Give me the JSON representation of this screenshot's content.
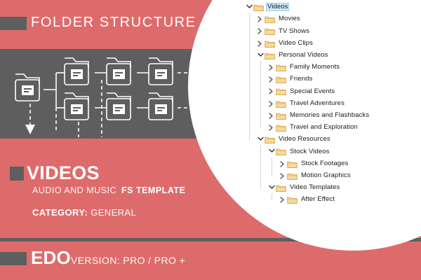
{
  "colors": {
    "red": "#DE6B6B",
    "gray": "#5E5E5E",
    "white": "#FFFFFF",
    "folder_fill": "#F5D9A0",
    "folder_stroke": "#D9A441",
    "selection": "#CCE8F7"
  },
  "header": {
    "title": "FOLDER STRUCTURE",
    "accent_icon": "accent-block-icon"
  },
  "diagram": {
    "name": "folder-structure-diagram",
    "node_count": 7,
    "arrow_icon": "down-arrow-icon"
  },
  "info": {
    "accent_icon": "accent-square-icon",
    "title": "VIDEOS",
    "subtitle_light": "AUDIO AND MUSIC",
    "subtitle_bold": "FS TEMPLATE",
    "category_label": "CATEGORY:",
    "category_value": "GENERAL"
  },
  "footer": {
    "accent_icon": "accent-block-icon",
    "brand": "EDO",
    "version": "VERSION: PRO / PRO +"
  },
  "tree": {
    "name": "folder-tree",
    "items": [
      {
        "label": "Videos",
        "depth": 0,
        "state": "expanded",
        "selected": true,
        "icon": "folder-icon"
      },
      {
        "label": "Movies",
        "depth": 1,
        "state": "collapsed",
        "selected": false,
        "icon": "folder-icon"
      },
      {
        "label": "TV Shows",
        "depth": 1,
        "state": "collapsed",
        "selected": false,
        "icon": "folder-icon"
      },
      {
        "label": "Video Clips",
        "depth": 1,
        "state": "collapsed",
        "selected": false,
        "icon": "folder-icon"
      },
      {
        "label": "Personal Videos",
        "depth": 1,
        "state": "expanded",
        "selected": false,
        "icon": "folder-icon"
      },
      {
        "label": "Family Moments",
        "depth": 2,
        "state": "collapsed",
        "selected": false,
        "icon": "folder-icon"
      },
      {
        "label": "Friends",
        "depth": 2,
        "state": "collapsed",
        "selected": false,
        "icon": "folder-icon"
      },
      {
        "label": "Special Events",
        "depth": 2,
        "state": "collapsed",
        "selected": false,
        "icon": "folder-icon"
      },
      {
        "label": "Travel Adventures",
        "depth": 2,
        "state": "collapsed",
        "selected": false,
        "icon": "folder-icon"
      },
      {
        "label": "Memories and Flashbacks",
        "depth": 2,
        "state": "collapsed",
        "selected": false,
        "icon": "folder-icon"
      },
      {
        "label": "Travel and Exploration",
        "depth": 2,
        "state": "collapsed",
        "selected": false,
        "icon": "folder-icon"
      },
      {
        "label": "Video Resources",
        "depth": 1,
        "state": "expanded",
        "selected": false,
        "icon": "folder-icon"
      },
      {
        "label": "Stock Videos",
        "depth": 2,
        "state": "expanded",
        "selected": false,
        "icon": "folder-icon"
      },
      {
        "label": "Stock Footages",
        "depth": 3,
        "state": "collapsed",
        "selected": false,
        "icon": "folder-icon"
      },
      {
        "label": "Motion Graphics",
        "depth": 3,
        "state": "collapsed",
        "selected": false,
        "icon": "folder-icon"
      },
      {
        "label": "Video Templates",
        "depth": 2,
        "state": "expanded",
        "selected": false,
        "icon": "folder-icon"
      },
      {
        "label": "After Effect",
        "depth": 3,
        "state": "collapsed",
        "selected": false,
        "icon": "folder-icon"
      }
    ]
  }
}
